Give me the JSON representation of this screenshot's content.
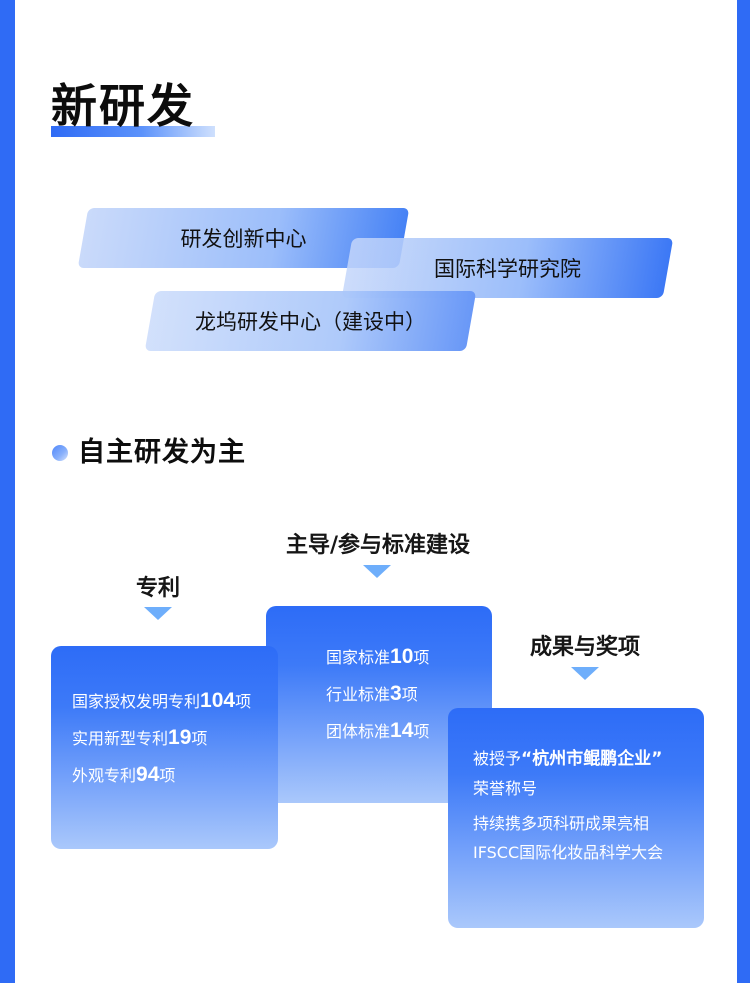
{
  "title": "新研发",
  "tags": [
    {
      "label": "研发创新中心"
    },
    {
      "label": "国际科学研究院"
    },
    {
      "label": "龙坞研发中心（建设中）"
    }
  ],
  "section": {
    "heading": "自主研发为主"
  },
  "columns": {
    "patents": {
      "label": "专利",
      "items": [
        {
          "prefix": "国家授权发明专利",
          "value": "104",
          "suffix": "项"
        },
        {
          "prefix": "实用新型专利",
          "value": "19",
          "suffix": "项"
        },
        {
          "prefix": "外观专利",
          "value": "94",
          "suffix": "项"
        }
      ]
    },
    "standards": {
      "label": "主导/参与标准建设",
      "items": [
        {
          "prefix": "国家标准",
          "value": "10",
          "suffix": "项"
        },
        {
          "prefix": "行业标准",
          "value": "3",
          "suffix": "项"
        },
        {
          "prefix": "团体标准",
          "value": "14",
          "suffix": "项"
        }
      ]
    },
    "awards": {
      "label": "成果与奖项",
      "line1_prefix": "被授予",
      "line1_highlight": "“杭州市鲲鹏企业”",
      "line2": "荣誉称号",
      "line3": "持续携多项科研成果亮相",
      "line4": "IFSCC国际化妆品科学大会"
    }
  },
  "colors": {
    "accent": "#2f6bf5",
    "arrow": "#6eaefb",
    "card_top": "#2d6cf7",
    "card_bottom": "#aac8fb"
  }
}
